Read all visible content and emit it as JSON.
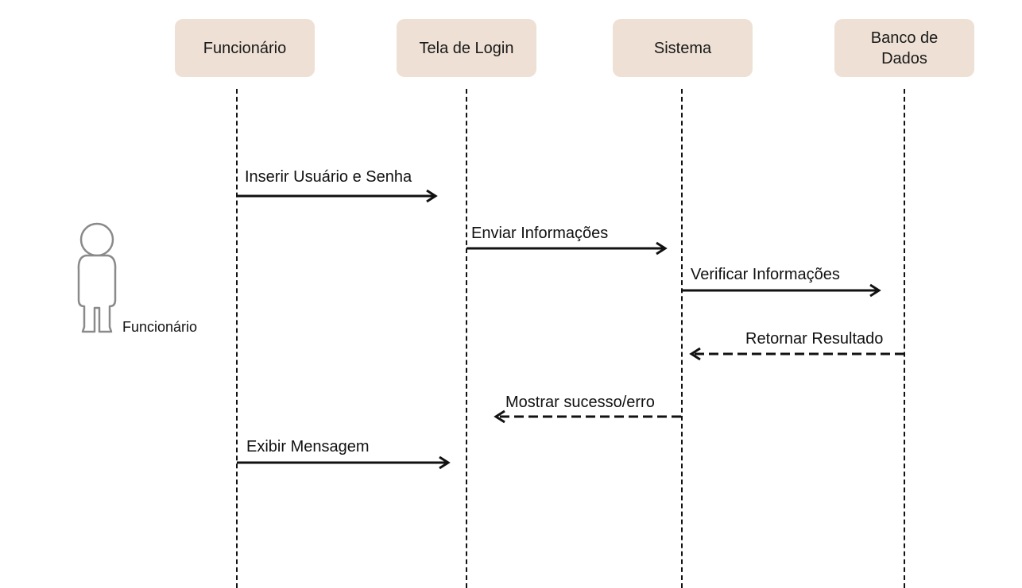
{
  "participants": [
    {
      "id": "p1",
      "label": "Funcionário"
    },
    {
      "id": "p2",
      "label": "Tela de Login"
    },
    {
      "id": "p3",
      "label": "Sistema"
    },
    {
      "id": "p4",
      "label": "Banco de Dados"
    }
  ],
  "actor": {
    "label": "Funcionário",
    "icon": "person-icon"
  },
  "messages": [
    {
      "label": "Inserir Usuário e Senha",
      "from": "Funcionário",
      "to": "Tela de Login",
      "style": "solid"
    },
    {
      "label": "Enviar Informações",
      "from": "Tela de Login",
      "to": "Sistema",
      "style": "solid"
    },
    {
      "label": "Verificar Informações",
      "from": "Sistema",
      "to": "Banco de Dados",
      "style": "solid"
    },
    {
      "label": "Retornar Resultado",
      "from": "Banco de Dados",
      "to": "Sistema",
      "style": "dashed"
    },
    {
      "label": "Mostrar sucesso/erro",
      "from": "Sistema",
      "to": "Tela de Login",
      "style": "dashed"
    },
    {
      "label": "Exibir Mensagem",
      "from": "Funcionário",
      "to": "Tela de Login",
      "style": "solid"
    }
  ],
  "colors": {
    "participant_bg": "#eee0d4",
    "line": "#111111",
    "actor_stroke": "#8a8a8a"
  }
}
